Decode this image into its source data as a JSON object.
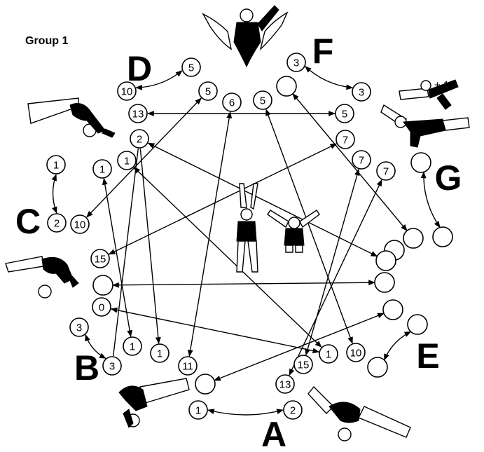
{
  "title": "Group 1",
  "note": "+ 1",
  "groups": [
    "A",
    "B",
    "C",
    "D",
    "E",
    "F",
    "G"
  ],
  "nodes": [
    "1",
    "2",
    "3",
    "3",
    "1",
    "2",
    "10",
    "5",
    "10",
    "13",
    "5",
    "6",
    "5",
    "5",
    "3",
    "3",
    "7",
    "7",
    "7",
    "1",
    "1",
    "0",
    "15",
    "1",
    "1",
    "11",
    "15",
    "1",
    "10",
    "13",
    "2",
    "",
    "",
    "",
    "",
    "",
    "",
    "",
    "",
    "",
    "",
    "",
    ""
  ],
  "colors": {
    "ink": "#000000",
    "paper": "#ffffff"
  }
}
